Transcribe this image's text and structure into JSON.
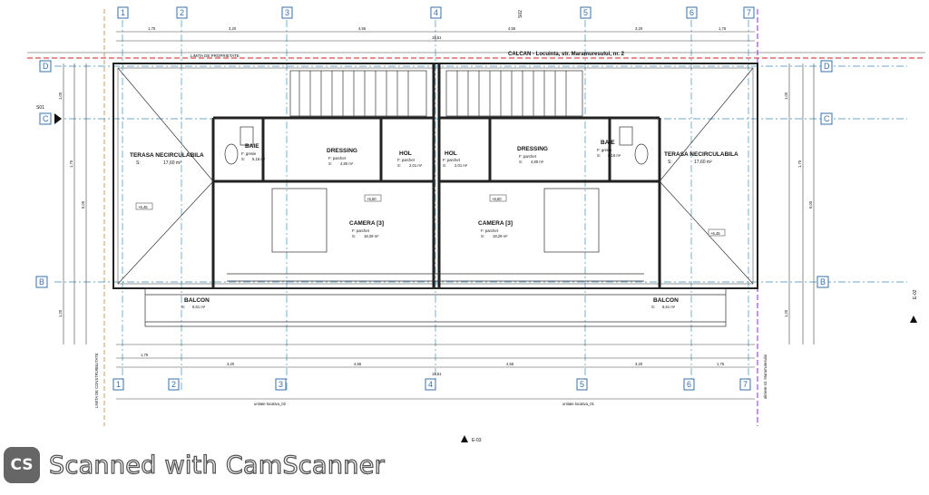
{
  "header": {
    "calcan_label": "CALCAN - Locuinta, str. Maramuresului, nr. 2",
    "property_limit": "LIMITA DE PROPRIETATE",
    "section_top": "S02",
    "section_left": "S01",
    "elevation_right": "E-02",
    "elevation_bottom": "E-03",
    "limit_left": "LIMITA DE CONSTRUIBILITATE",
    "limit_right": "aliniere str. Maramuresului"
  },
  "grid": {
    "numbers": [
      "1",
      "2",
      "3",
      "4",
      "5",
      "6",
      "7"
    ],
    "letters": [
      "D",
      "C",
      "B"
    ]
  },
  "dimensions": {
    "top_row": [
      "1,75",
      "3,20",
      "4,55",
      "4,55",
      "3,20",
      "1,75"
    ],
    "top_total": "19,51",
    "bottom_row": [
      "1,75",
      "3,20",
      "4,55",
      "4,55",
      "3,20",
      "1,75"
    ],
    "bottom_total": "19,51",
    "left_col": [
      "1,00",
      "1,75",
      "6,00",
      "1,20"
    ],
    "right_col": [
      "1,00",
      "1,75",
      "6,00",
      "1,20"
    ]
  },
  "rooms": [
    {
      "name": "TERASA NECIRCULABILA",
      "s": "S:",
      "area": "17,60 m²"
    },
    {
      "name": "BAIE",
      "f": "F:   gresie",
      "s": "S:",
      "area": "5,16 m²"
    },
    {
      "name": "DRESSING",
      "f": "F:   parchet",
      "s": "S:",
      "area": "4,80 m²"
    },
    {
      "name": "HOL",
      "f": "F:   parchet",
      "s": "S:",
      "area": "2,01 m²"
    },
    {
      "name": "CAMERA [3]",
      "f": "F:   parchet",
      "s": "S:",
      "area": "18,29 m²"
    },
    {
      "name": "BALCON",
      "s": "S:",
      "area": "8,61 m²"
    },
    {
      "name": "HOL",
      "f": "F:   parchet",
      "s": "S:",
      "area": "2,01 m²"
    },
    {
      "name": "DRESSING",
      "f": "F:   parchet",
      "s": "S:",
      "area": "4,80 m²"
    },
    {
      "name": "CAMERA [3]",
      "f": "F:   parchet",
      "s": "S:",
      "area": "18,29 m²"
    },
    {
      "name": "BAIE",
      "f": "F:   gresie",
      "s": "S:",
      "area": "5,16 m²"
    },
    {
      "name": "TERASA NECIRCULABILA",
      "s": "S:",
      "area": "17,60 m²"
    },
    {
      "name": "BALCON",
      "s": "S:",
      "area": "8,61 m²"
    }
  ],
  "levels": [
    "+6,45",
    "+6,60",
    "+6,45",
    "+6,60"
  ],
  "unit_labels": [
    "unitate locativa_02",
    "unitate locativa_01"
  ],
  "watermark": {
    "logo": "CS",
    "text": "Scanned with CamScanner"
  },
  "colors": {
    "grid": "#3a6fa8",
    "property_line": "#d02020",
    "street_line": "#8a2be2",
    "axis": "#3a8fb8"
  }
}
